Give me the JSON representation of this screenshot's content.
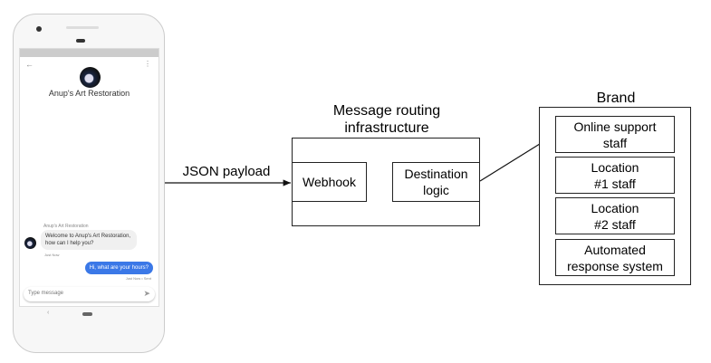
{
  "phone": {
    "business_name": "Anup's Art Restoration",
    "sender_label": "Anup's Art Restoration",
    "incoming_message": "Welcome to Anup's Art Restoration, how can I help you?",
    "incoming_time": "Just Now",
    "outgoing_message": "Hi, what are your hours?",
    "outgoing_status": "Just Now • Sent",
    "input_placeholder": "Type message",
    "accent_color": "#3b78e7"
  },
  "diagram": {
    "payload_label": "JSON payload",
    "infrastructure_title": "Message routing infrastructure",
    "webhook": "Webhook",
    "destination_logic": "Destination logic",
    "brand_title": "Brand",
    "brand_items": [
      {
        "label": "Online support staff"
      },
      {
        "label": "Location #1 staff"
      },
      {
        "label": "Location #2 staff"
      },
      {
        "label": "Automated response system"
      }
    ]
  }
}
